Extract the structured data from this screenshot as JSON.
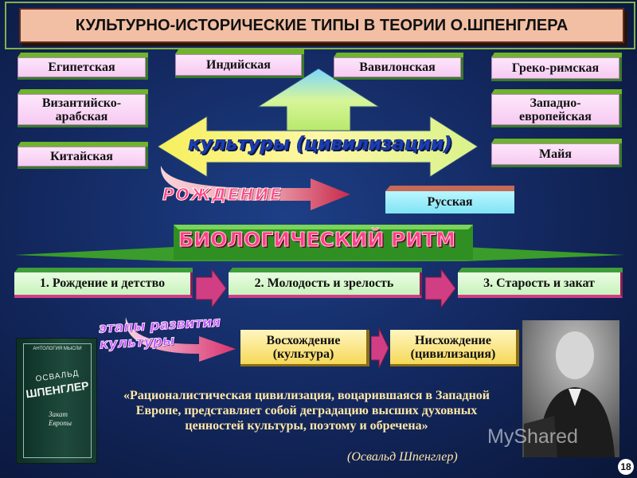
{
  "title": "КУЛЬТУРНО-ИСТОРИЧЕСКИЕ ТИПЫ В ТЕОРИИ О.ШПЕНГЛЕРА",
  "cultures": {
    "egyptian": "Египетская",
    "indian": "Индийская",
    "babylonian": "Вавилонская",
    "greco_roman": "Греко-римская",
    "byzantine_arab": "Византийско-арабская",
    "western_european": "Западно-европейская",
    "chinese": "Китайская",
    "maya": "Майя",
    "russian": "Русская"
  },
  "arrow_label": "культуры (цивилизации)",
  "birth_label": "РОЖДЕНИЕ",
  "rhythm_label": "БИОЛОГИЧЕСКИЙ РИТМ",
  "stages": [
    "1. Рождение и детство",
    "2. Молодость и зрелость",
    "3. Старость и закат"
  ],
  "development_label": "этапы развития культуры",
  "phases": {
    "ascent": "Восхождение (культура)",
    "descent": "Нисхождение (цивилизация)"
  },
  "quote": "«Рационалистическая цивилизация, воцарившаяся в Западной Европе, представляет собой деградацию высших духовных ценностей культуры, поэтому и обречена»",
  "quote_author": "(Освальд Шпенглер)",
  "book": {
    "series": "АНТОЛОГИЯ МЫСЛИ",
    "first_name": "ОСВАЛЬД",
    "last_name": "ШПЕНГЛЕР",
    "title": "Закат Европы"
  },
  "watermark": "MyShared",
  "page_number": "18"
}
